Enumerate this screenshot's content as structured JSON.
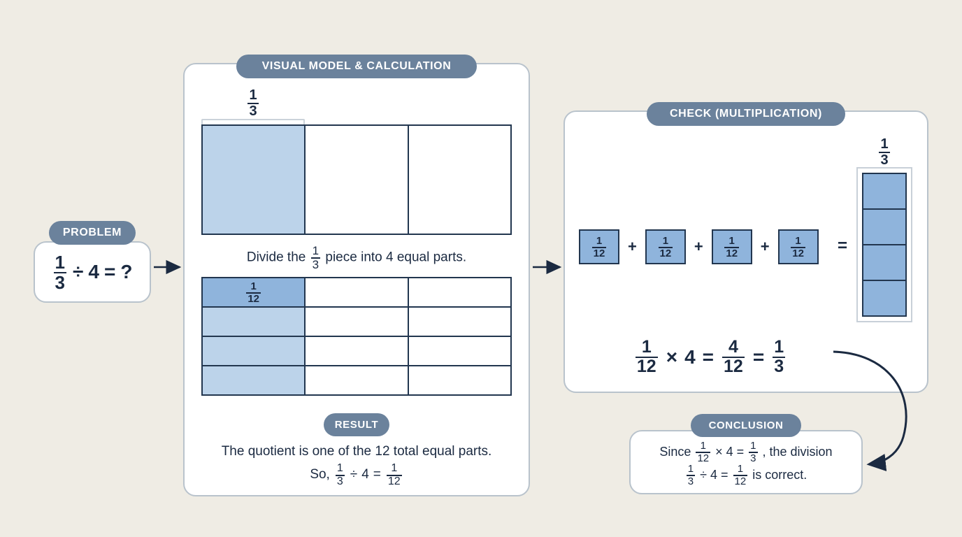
{
  "theme": {
    "background": "#efece4",
    "panel_bg": "#ffffff",
    "panel_border": "#b9c3cc",
    "pill_bg": "#6b829c",
    "ink": "#1b2a41",
    "cell_border": "#22364f",
    "shade_light": "#bcd3ea",
    "shade_medium": "#8fb4dc",
    "bracket": "#cbd3da"
  },
  "problem": {
    "pill_label": "PROBLEM",
    "equation": {
      "fraction": {
        "numerator": "1",
        "denominator": "3"
      },
      "operator": "÷",
      "divisor": "4",
      "equals": "=",
      "answer": "?"
    }
  },
  "visual_model": {
    "pill_label": "VISUAL MODEL & CALCULATION",
    "bracket_label": {
      "numerator": "1",
      "denominator": "3"
    },
    "top_bar": {
      "columns": 3,
      "shaded_index": 0,
      "cells": [
        {
          "shaded": true,
          "label": ""
        },
        {
          "shaded": false,
          "label": ""
        },
        {
          "shaded": false,
          "label": ""
        }
      ]
    },
    "instruction": {
      "before": "Divide the",
      "fraction": {
        "numerator": "1",
        "denominator": "3"
      },
      "after": "piece into 4 equal parts."
    },
    "grid": {
      "rows": 4,
      "columns": 3,
      "total_parts": 12,
      "label_cell": {
        "row": 0,
        "column": 0,
        "numerator": "1",
        "denominator": "12"
      },
      "cells": [
        [
          {
            "shade": "dark"
          },
          {
            "shade": "none"
          },
          {
            "shade": "none"
          }
        ],
        [
          {
            "shade": "light"
          },
          {
            "shade": "none"
          },
          {
            "shade": "none"
          }
        ],
        [
          {
            "shade": "light"
          },
          {
            "shade": "none"
          },
          {
            "shade": "none"
          }
        ],
        [
          {
            "shade": "light"
          },
          {
            "shade": "none"
          },
          {
            "shade": "none"
          }
        ]
      ]
    },
    "result": {
      "pill_label": "RESULT",
      "line1": "The quotient is one of the 12 total equal parts.",
      "line2_prefix": "So,",
      "line2_fraction_a": {
        "numerator": "1",
        "denominator": "3"
      },
      "line2_operator": "÷",
      "line2_divisor": "4",
      "line2_equals": "=",
      "line2_fraction_b": {
        "numerator": "1",
        "denominator": "12"
      }
    }
  },
  "check": {
    "pill_label": "CHECK (MULTIPLICATION)",
    "addition": {
      "tiles": [
        {
          "numerator": "1",
          "denominator": "12"
        },
        {
          "numerator": "1",
          "denominator": "12"
        },
        {
          "numerator": "1",
          "denominator": "12"
        },
        {
          "numerator": "1",
          "denominator": "12"
        }
      ],
      "operator": "+",
      "equals": "="
    },
    "bar": {
      "label": {
        "numerator": "1",
        "denominator": "3"
      },
      "segments": 4
    },
    "equation": {
      "fraction_a": {
        "numerator": "1",
        "denominator": "12"
      },
      "times": "×",
      "multiplier": "4",
      "equals1": "=",
      "fraction_b": {
        "numerator": "4",
        "denominator": "12"
      },
      "equals2": "=",
      "fraction_c": {
        "numerator": "1",
        "denominator": "3"
      }
    }
  },
  "conclusion": {
    "pill_label": "CONCLUSION",
    "line1_prefix": "Since",
    "line1_fraction_a": {
      "numerator": "1",
      "denominator": "12"
    },
    "line1_times": "×",
    "line1_multiplier": "4",
    "line1_equals": "=",
    "line1_fraction_b": {
      "numerator": "1",
      "denominator": "3"
    },
    "line1_suffix": ", the division",
    "line2_fraction_a": {
      "numerator": "1",
      "denominator": "3"
    },
    "line2_operator": "÷",
    "line2_divisor": "4",
    "line2_equals": "=",
    "line2_fraction_b": {
      "numerator": "1",
      "denominator": "12"
    },
    "line2_suffix": "is correct."
  },
  "connectors": [
    {
      "name": "problem-to-visual",
      "type": "straight-arrow"
    },
    {
      "name": "visual-to-check",
      "type": "straight-arrow"
    },
    {
      "name": "check-to-conclusion",
      "type": "curved-arrow"
    }
  ]
}
